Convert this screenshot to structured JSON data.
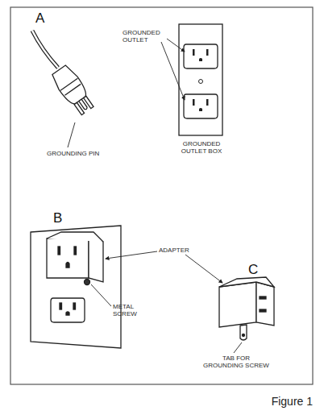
{
  "diagram": {
    "caption": "Figure 1",
    "labels": [
      "A",
      "GROUNDED OUTLET",
      "GROUNDING PIN",
      "GROUNDED OUTLET BOX",
      "B",
      "ADAPTER",
      "METAL SCREW",
      "C",
      "TAB FOR GROUNDING SCREW"
    ]
  }
}
